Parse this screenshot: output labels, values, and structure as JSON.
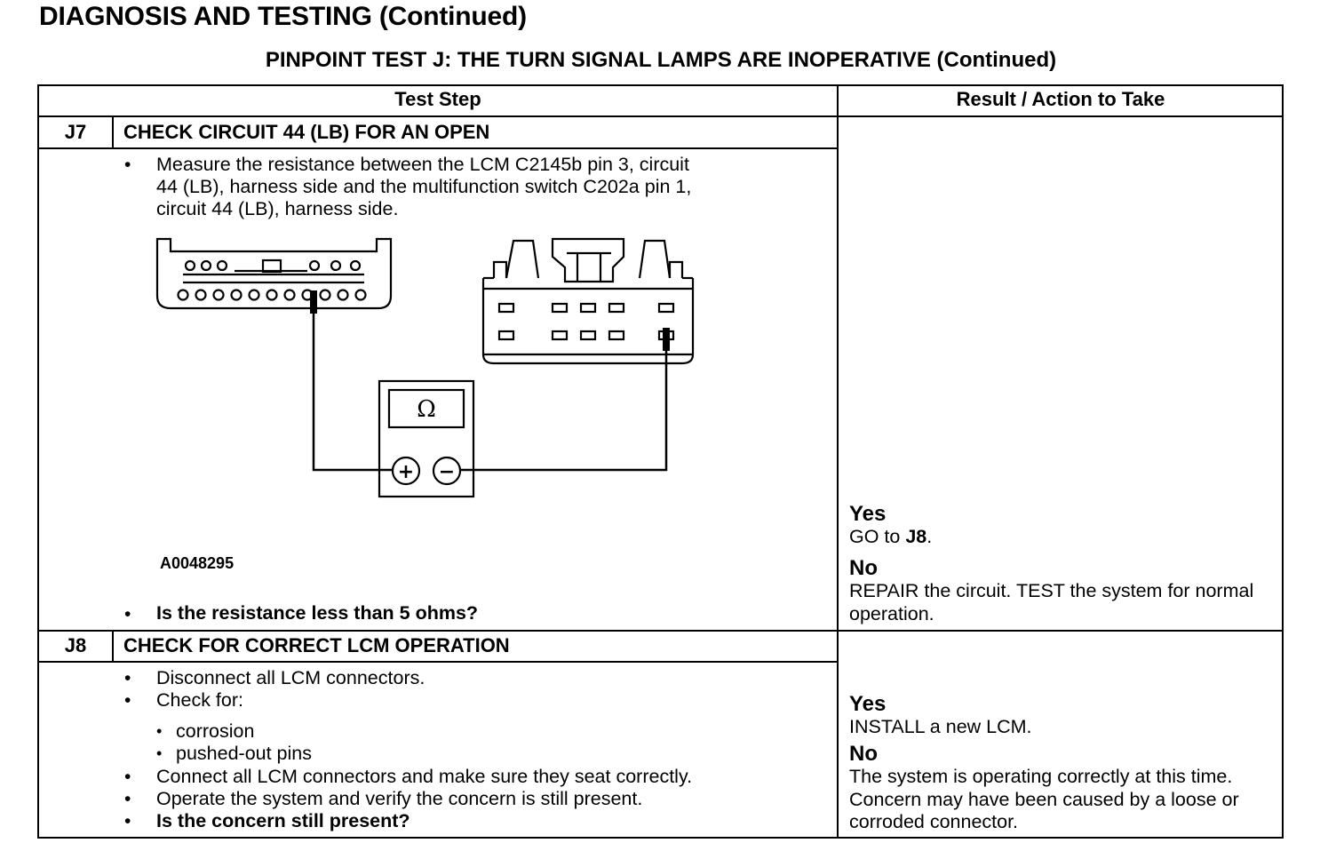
{
  "page": {
    "title": "DIAGNOSIS AND TESTING (Continued)",
    "subtitle": "PINPOINT TEST  J: THE TURN SIGNAL LAMPS ARE INOPERATIVE (Continued)"
  },
  "table": {
    "headers": {
      "test_step": "Test Step",
      "result_action": "Result / Action to Take"
    },
    "steps": [
      {
        "id": "J7",
        "title": "CHECK CIRCUIT 44 (LB) FOR AN OPEN",
        "instructions": [
          "Measure the resistance between the LCM C2145b pin 3, circuit",
          "44 (LB), harness side and the multifunction switch C202a pin 1,",
          "circuit 44 (LB), harness side."
        ],
        "figure": {
          "id": "A0048295",
          "meter_symbol": "Ω",
          "plus": "+",
          "minus": "−"
        },
        "question": "Is the resistance less than 5 ohms?",
        "results": {
          "yes_label": "Yes",
          "yes_action_prefix": "GO to ",
          "yes_action_target": "J8",
          "yes_action_suffix": ".",
          "no_label": "No",
          "no_action": "REPAIR the circuit. TEST the system for normal operation."
        }
      },
      {
        "id": "J8",
        "title": "CHECK FOR CORRECT LCM OPERATION",
        "instructions": [
          "Disconnect all LCM connectors.",
          "Check for:",
          "corrosion",
          "pushed-out pins",
          "Connect all LCM connectors and make sure they seat correctly.",
          "Operate the system and verify the concern is still present."
        ],
        "question": "Is the concern still present?",
        "results": {
          "yes_label": "Yes",
          "yes_action": "INSTALL a new LCM.",
          "no_label": "No",
          "no_action": "The system is operating correctly at this time. Concern may have been caused by a loose or corroded connector."
        }
      }
    ],
    "bullet_char": "•"
  }
}
